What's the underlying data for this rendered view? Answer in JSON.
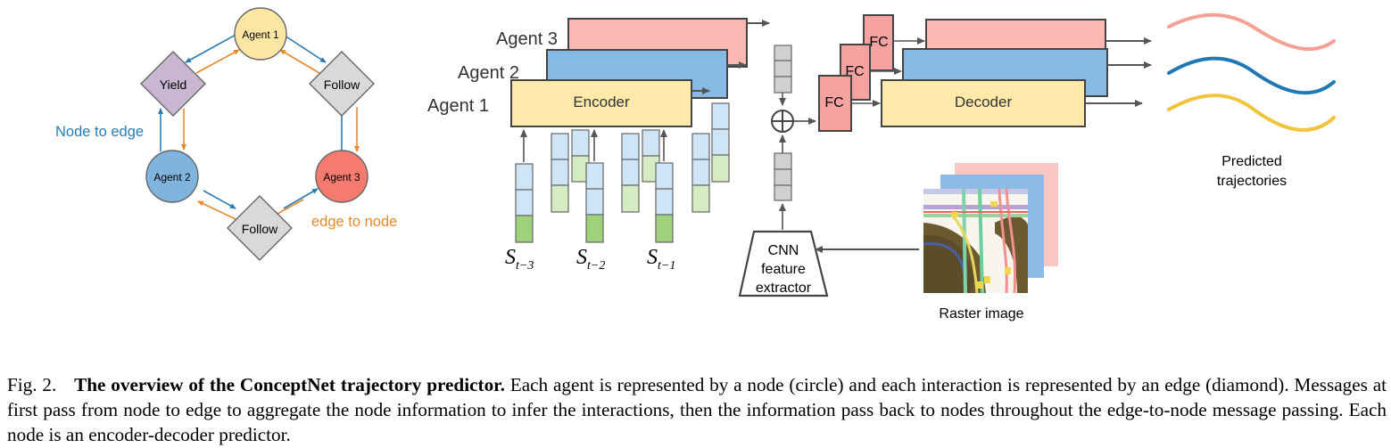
{
  "graph": {
    "agent1": "Agent 1",
    "agent2": "Agent 2",
    "agent3": "Agent 3",
    "yield": "Yield",
    "follow_top": "Follow",
    "follow_bottom": "Follow",
    "node_to_edge": "Node to edge",
    "edge_to_node": "edge to node"
  },
  "network": {
    "agent_labels": [
      "Agent 3",
      "Agent 2",
      "Agent 1"
    ],
    "encoder": "Encoder",
    "decoder": "Decoder",
    "fc": [
      "FC",
      "FC",
      "FC"
    ],
    "cnn": [
      "CNN",
      "feature",
      "extractor"
    ],
    "state_base": "S",
    "state_sub": [
      "t−3",
      "t−2",
      "t−1"
    ],
    "raster": "Raster image",
    "predicted": [
      "Predicted",
      "trajectories"
    ]
  },
  "colors": {
    "agent1_fill": "#fbe7a3",
    "agent2_fill": "#7fb4df",
    "agent3_fill": "#f47b6e",
    "edge_fill": "#c9b6d2",
    "diamond_fill": "#d9d9d9",
    "blue_arrow": "#2a7bb3",
    "orange_arrow": "#e58a2a",
    "encoder_yellow": "#fde9a9",
    "encoder_blue": "#86b9e3",
    "encoder_pink": "#f9b8b2",
    "fc_pink": "#f4a3a0",
    "traj_pink": "#f4a093",
    "traj_blue": "#1f77b4",
    "traj_yellow": "#f2c43c"
  },
  "caption": {
    "figno": "Fig. 2.",
    "title": "The overview of the ConceptNet trajectory predictor.",
    "body": "Each agent is represented by a node (circle) and each interaction is represented by an edge (diamond). Messages at first pass from node to edge to aggregate the node information to infer the interactions, then the information pass back to nodes throughout the edge-to-node message passing. Each node is an encoder-decoder predictor."
  }
}
